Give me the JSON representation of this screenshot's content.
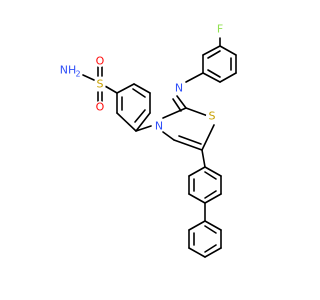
{
  "molecule": {
    "atoms": [
      {
        "id": "F",
        "label": "F",
        "color": "#90e050"
      },
      {
        "id": "N1",
        "label": "N",
        "color": "#3050f8"
      },
      {
        "id": "S1",
        "label": "S",
        "color": "#c8a000"
      },
      {
        "id": "N2",
        "label": "N",
        "color": "#3050f8"
      },
      {
        "id": "S2",
        "label": "S",
        "color": "#c8a000"
      },
      {
        "id": "O1",
        "label": "O",
        "color": "#ff0d0d"
      },
      {
        "id": "O2",
        "label": "O",
        "color": "#ff0d0d"
      },
      {
        "id": "NH2",
        "label": "NH",
        "subscript": "2",
        "color": "#3050f8"
      }
    ]
  }
}
